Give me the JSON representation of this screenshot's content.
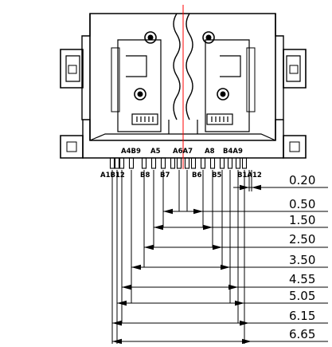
{
  "drawing": {
    "top_pin_labels": [
      {
        "id": "a4b9",
        "text": "A4B9"
      },
      {
        "id": "a5",
        "text": "A5"
      },
      {
        "id": "a6a7",
        "text": "A6A7"
      },
      {
        "id": "a8",
        "text": "A8"
      },
      {
        "id": "b4a9",
        "text": "B4A9"
      }
    ],
    "bottom_pin_labels": [
      {
        "id": "a1b12",
        "text": "A1B12"
      },
      {
        "id": "b8",
        "text": "B8"
      },
      {
        "id": "b7",
        "text": "B7"
      },
      {
        "id": "b6",
        "text": "B6"
      },
      {
        "id": "b5",
        "text": "B5"
      },
      {
        "id": "b1a12",
        "text": "B1A12"
      }
    ],
    "dimensions": [
      "0.20",
      "0.50",
      "1.50",
      "2.50",
      "3.50",
      "4.55",
      "5.05",
      "6.15",
      "6.65"
    ],
    "colors": {
      "outline": "#000000",
      "center_line": "#ff0000"
    }
  }
}
